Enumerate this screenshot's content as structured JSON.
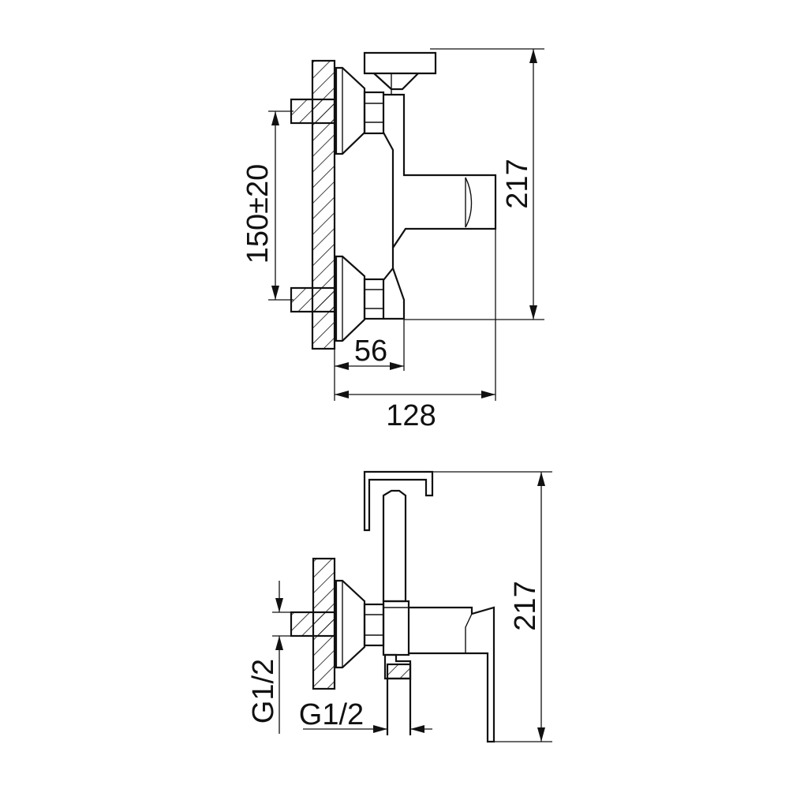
{
  "dimensions": {
    "top_height": "217",
    "bottom_height": "217",
    "inlet_spacing": "150±20",
    "wall_to_body": "56",
    "total_depth": "128",
    "thread_vertical": "G1/2",
    "thread_horizontal": "G1/2"
  },
  "colors": {
    "line": "#111111",
    "background": "#ffffff"
  }
}
